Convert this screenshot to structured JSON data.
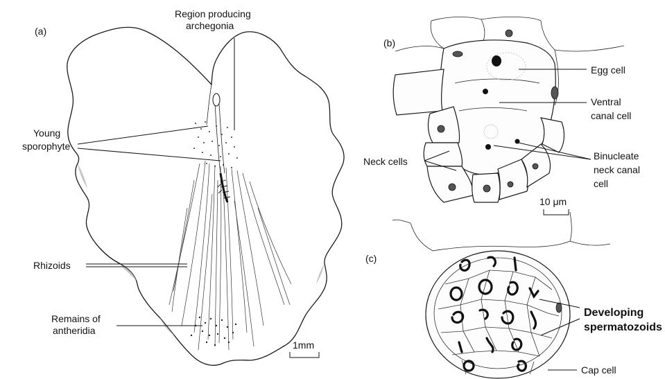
{
  "panels": {
    "a": "(a)",
    "b": "(b)",
    "c": "(c)"
  },
  "labels": {
    "region_producing_line1": "Region producing",
    "region_producing_line2": "archegonia",
    "young_sporophyte_line1": "Young",
    "young_sporophyte_line2": "sporophyte",
    "rhizoids": "Rhizoids",
    "remains_line1": "Remains of",
    "remains_line2": "antheridia",
    "egg_cell": "Egg cell",
    "ventral_line1": "Ventral",
    "ventral_line2": "canal cell",
    "neck_cells": "Neck cells",
    "binucleate_line1": "Binucleate",
    "binucleate_line2": "neck canal",
    "binucleate_line3": "cell",
    "developing_line1": "Developing",
    "developing_line2": "spermatozoids",
    "cap_cell": "Cap cell"
  },
  "scale_bars": {
    "a": "1mm",
    "b": "10 μm"
  }
}
